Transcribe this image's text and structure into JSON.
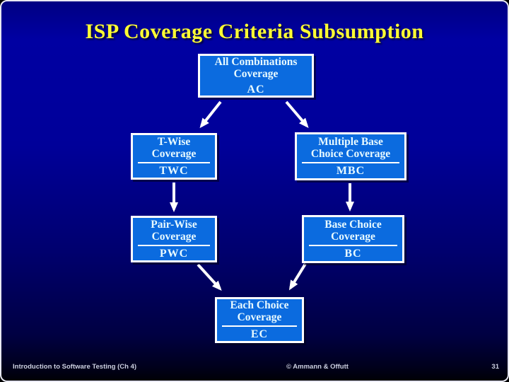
{
  "slide": {
    "title": "ISP Coverage Criteria Subsumption",
    "footer": {
      "left": "Introduction to Software Testing (Ch 4)",
      "center": "© Ammann & Offutt",
      "page_number": "31"
    }
  },
  "diagram": {
    "nodes": [
      {
        "id": "AC",
        "lines": [
          "All Combinations",
          "Coverage"
        ],
        "abbr": "AC"
      },
      {
        "id": "TWC",
        "lines": [
          "T-Wise",
          "Coverage"
        ],
        "abbr": "TWC"
      },
      {
        "id": "MBC",
        "lines": [
          "Multiple Base",
          "Choice Coverage"
        ],
        "abbr": "MBC"
      },
      {
        "id": "PWC",
        "lines": [
          "Pair-Wise",
          "Coverage"
        ],
        "abbr": "PWC"
      },
      {
        "id": "BC",
        "lines": [
          "Base Choice",
          "Coverage"
        ],
        "abbr": "BC"
      },
      {
        "id": "EC",
        "lines": [
          "Each Choice",
          "Coverage"
        ],
        "abbr": "EC"
      }
    ],
    "edges": [
      {
        "from": "AC",
        "to": "TWC"
      },
      {
        "from": "AC",
        "to": "MBC"
      },
      {
        "from": "TWC",
        "to": "PWC"
      },
      {
        "from": "MBC",
        "to": "BC"
      },
      {
        "from": "PWC",
        "to": "EC"
      },
      {
        "from": "BC",
        "to": "EC"
      }
    ]
  },
  "colors": {
    "slide_background_top": "#0000A0",
    "slide_background_bottom": "#000010",
    "box_fill": "#0B6BDF",
    "box_border": "#FFFFFF",
    "box_text": "#E8FAFF",
    "title_text": "#FFFF33",
    "arrow": "#FFFFFF",
    "footer_text": "#CCD0E0"
  }
}
